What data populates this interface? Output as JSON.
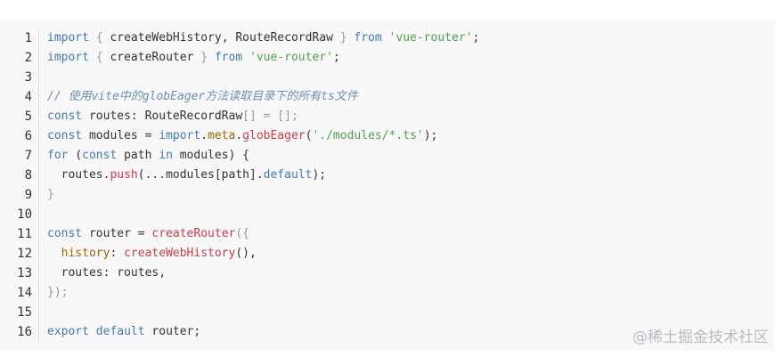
{
  "line_numbers": [
    "1",
    "2",
    "3",
    "4",
    "5",
    "6",
    "7",
    "8",
    "9",
    "10",
    "11",
    "12",
    "13",
    "14",
    "15",
    "16"
  ],
  "code": {
    "l1": {
      "t1": "import",
      "t2": " { ",
      "t3": "createWebHistory",
      "t4": ", ",
      "t5": "RouteRecordRaw",
      "t6": " } ",
      "t7": "from",
      "t8": " ",
      "t9": "'vue-router'",
      "t10": ";"
    },
    "l2": {
      "t1": "import",
      "t2": " { ",
      "t3": "createRouter",
      "t4": " } ",
      "t5": "from",
      "t6": " ",
      "t7": "'vue-router'",
      "t8": ";"
    },
    "l3": {
      "t1": ""
    },
    "l4": {
      "t1": "// 使用vite中的globEager方法读取目录下的所有ts文件"
    },
    "l5": {
      "t1": "const",
      "t2": " routes: ",
      "t3": "RouteRecordRaw",
      "t4": "[] = [];"
    },
    "l6": {
      "t1": "const",
      "t2": " modules = ",
      "t3": "import",
      "t4": ".",
      "t5": "meta",
      "t6": ".",
      "t7": "globEager",
      "t8": "(",
      "t9": "'./modules/*.ts'",
      "t10": ");"
    },
    "l7": {
      "t1": "for",
      "t2": " (",
      "t3": "const",
      "t4": " path ",
      "t5": "in",
      "t6": " modules) {"
    },
    "l8": {
      "t1": "  routes.",
      "t2": "push",
      "t3": "(...modules[path].",
      "t4": "default",
      "t5": ");"
    },
    "l9": {
      "t1": "}"
    },
    "l10": {
      "t1": ""
    },
    "l11": {
      "t1": "const",
      "t2": " router = ",
      "t3": "createRouter",
      "t4": "({"
    },
    "l12": {
      "t1": "  history",
      "t2": ": ",
      "t3": "createWebHistory",
      "t4": "(),"
    },
    "l13": {
      "t1": "  routes: routes,"
    },
    "l14": {
      "t1": "});"
    },
    "l15": {
      "t1": ""
    },
    "l16": {
      "t1": "export",
      "t2": " ",
      "t3": "default",
      "t4": " router;"
    }
  },
  "watermark": "@稀土掘金技术社区",
  "colors": {
    "background": "#f8f8f8",
    "keyword": "#4078c0",
    "string": "#50a14f",
    "function": "#d73a49",
    "comment": "#6a8fb5"
  }
}
